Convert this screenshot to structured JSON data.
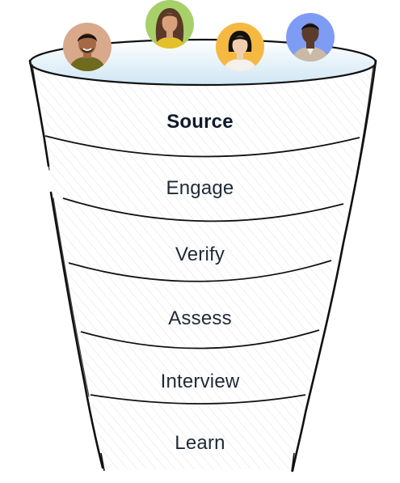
{
  "funnel": {
    "stages": [
      {
        "label": "Source",
        "active": true
      },
      {
        "label": "Engage",
        "active": false
      },
      {
        "label": "Verify",
        "active": false
      },
      {
        "label": "Assess",
        "active": false
      },
      {
        "label": "Interview",
        "active": false
      },
      {
        "label": "Learn",
        "active": false
      }
    ]
  },
  "avatars": [
    {
      "name": "avatar-man-beard",
      "bg": "#d9a98c",
      "shirt": "#6e6a1e",
      "skin": "#a56a45",
      "hair": "#1c1410"
    },
    {
      "name": "avatar-woman-long-hair",
      "bg": "#a8d06a",
      "shirt": "#e4c12a",
      "skin": "#d8a17c",
      "hair": "#5a3a26"
    },
    {
      "name": "avatar-woman-short-hair",
      "bg": "#f5b942",
      "shirt": "#f4f1ec",
      "skin": "#f0cfae",
      "hair": "#15110e"
    },
    {
      "name": "avatar-man-shirt",
      "bg": "#7f9cf5",
      "shirt": "#c9b9a5",
      "skin": "#5b3b29",
      "hair": "#141010"
    }
  ],
  "colors": {
    "outline": "#111111",
    "hatch": "#e2e2e2",
    "opening_top": "#ffffff",
    "opening_bottom": "#cfe6f4",
    "text": "#1f2a37"
  }
}
